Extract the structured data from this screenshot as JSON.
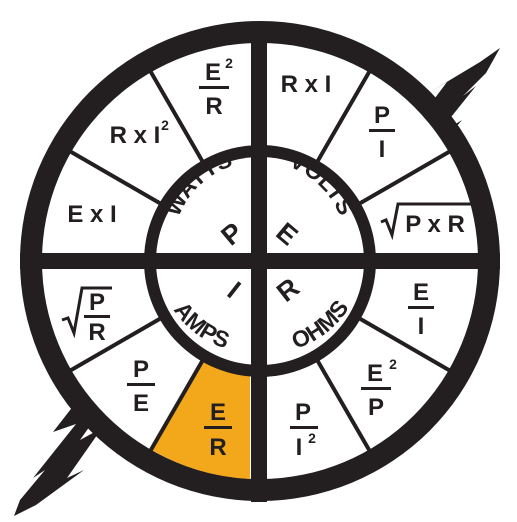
{
  "colors": {
    "ink": "#231f20",
    "background": "#ffffff",
    "highlight": "#f3a81c"
  },
  "quadrants": {
    "watts": {
      "word": "WATTS",
      "letter": "P"
    },
    "volts": {
      "word": "VOLTS",
      "letter": "E"
    },
    "ohms": {
      "word": "OHMS",
      "letter": "R"
    },
    "amps": {
      "word": "AMPS",
      "letter": "I"
    }
  },
  "formulas": {
    "e_sq_over_r": {
      "num": "E",
      "sup": "2",
      "den": "R"
    },
    "r_x_i": {
      "text": "R x I"
    },
    "p_over_i": {
      "num": "P",
      "den": "I"
    },
    "sqrt_p_x_r": {
      "text": "P x R"
    },
    "e_over_i": {
      "num": "E",
      "den": "I"
    },
    "e_sq_over_p": {
      "num": "E",
      "sup": "2",
      "den": "P"
    },
    "p_over_i_sq": {
      "num": "P",
      "den": "I",
      "sup": "2"
    },
    "e_over_r": {
      "num": "E",
      "den": "R",
      "highlighted": true
    },
    "p_over_e": {
      "num": "P",
      "den": "E"
    },
    "sqrt_p_over_r": {
      "num": "P",
      "den": "R"
    },
    "e_x_i": {
      "text": "E x I"
    },
    "r_x_i_sq": {
      "text": "R x I",
      "sup": "2"
    }
  }
}
